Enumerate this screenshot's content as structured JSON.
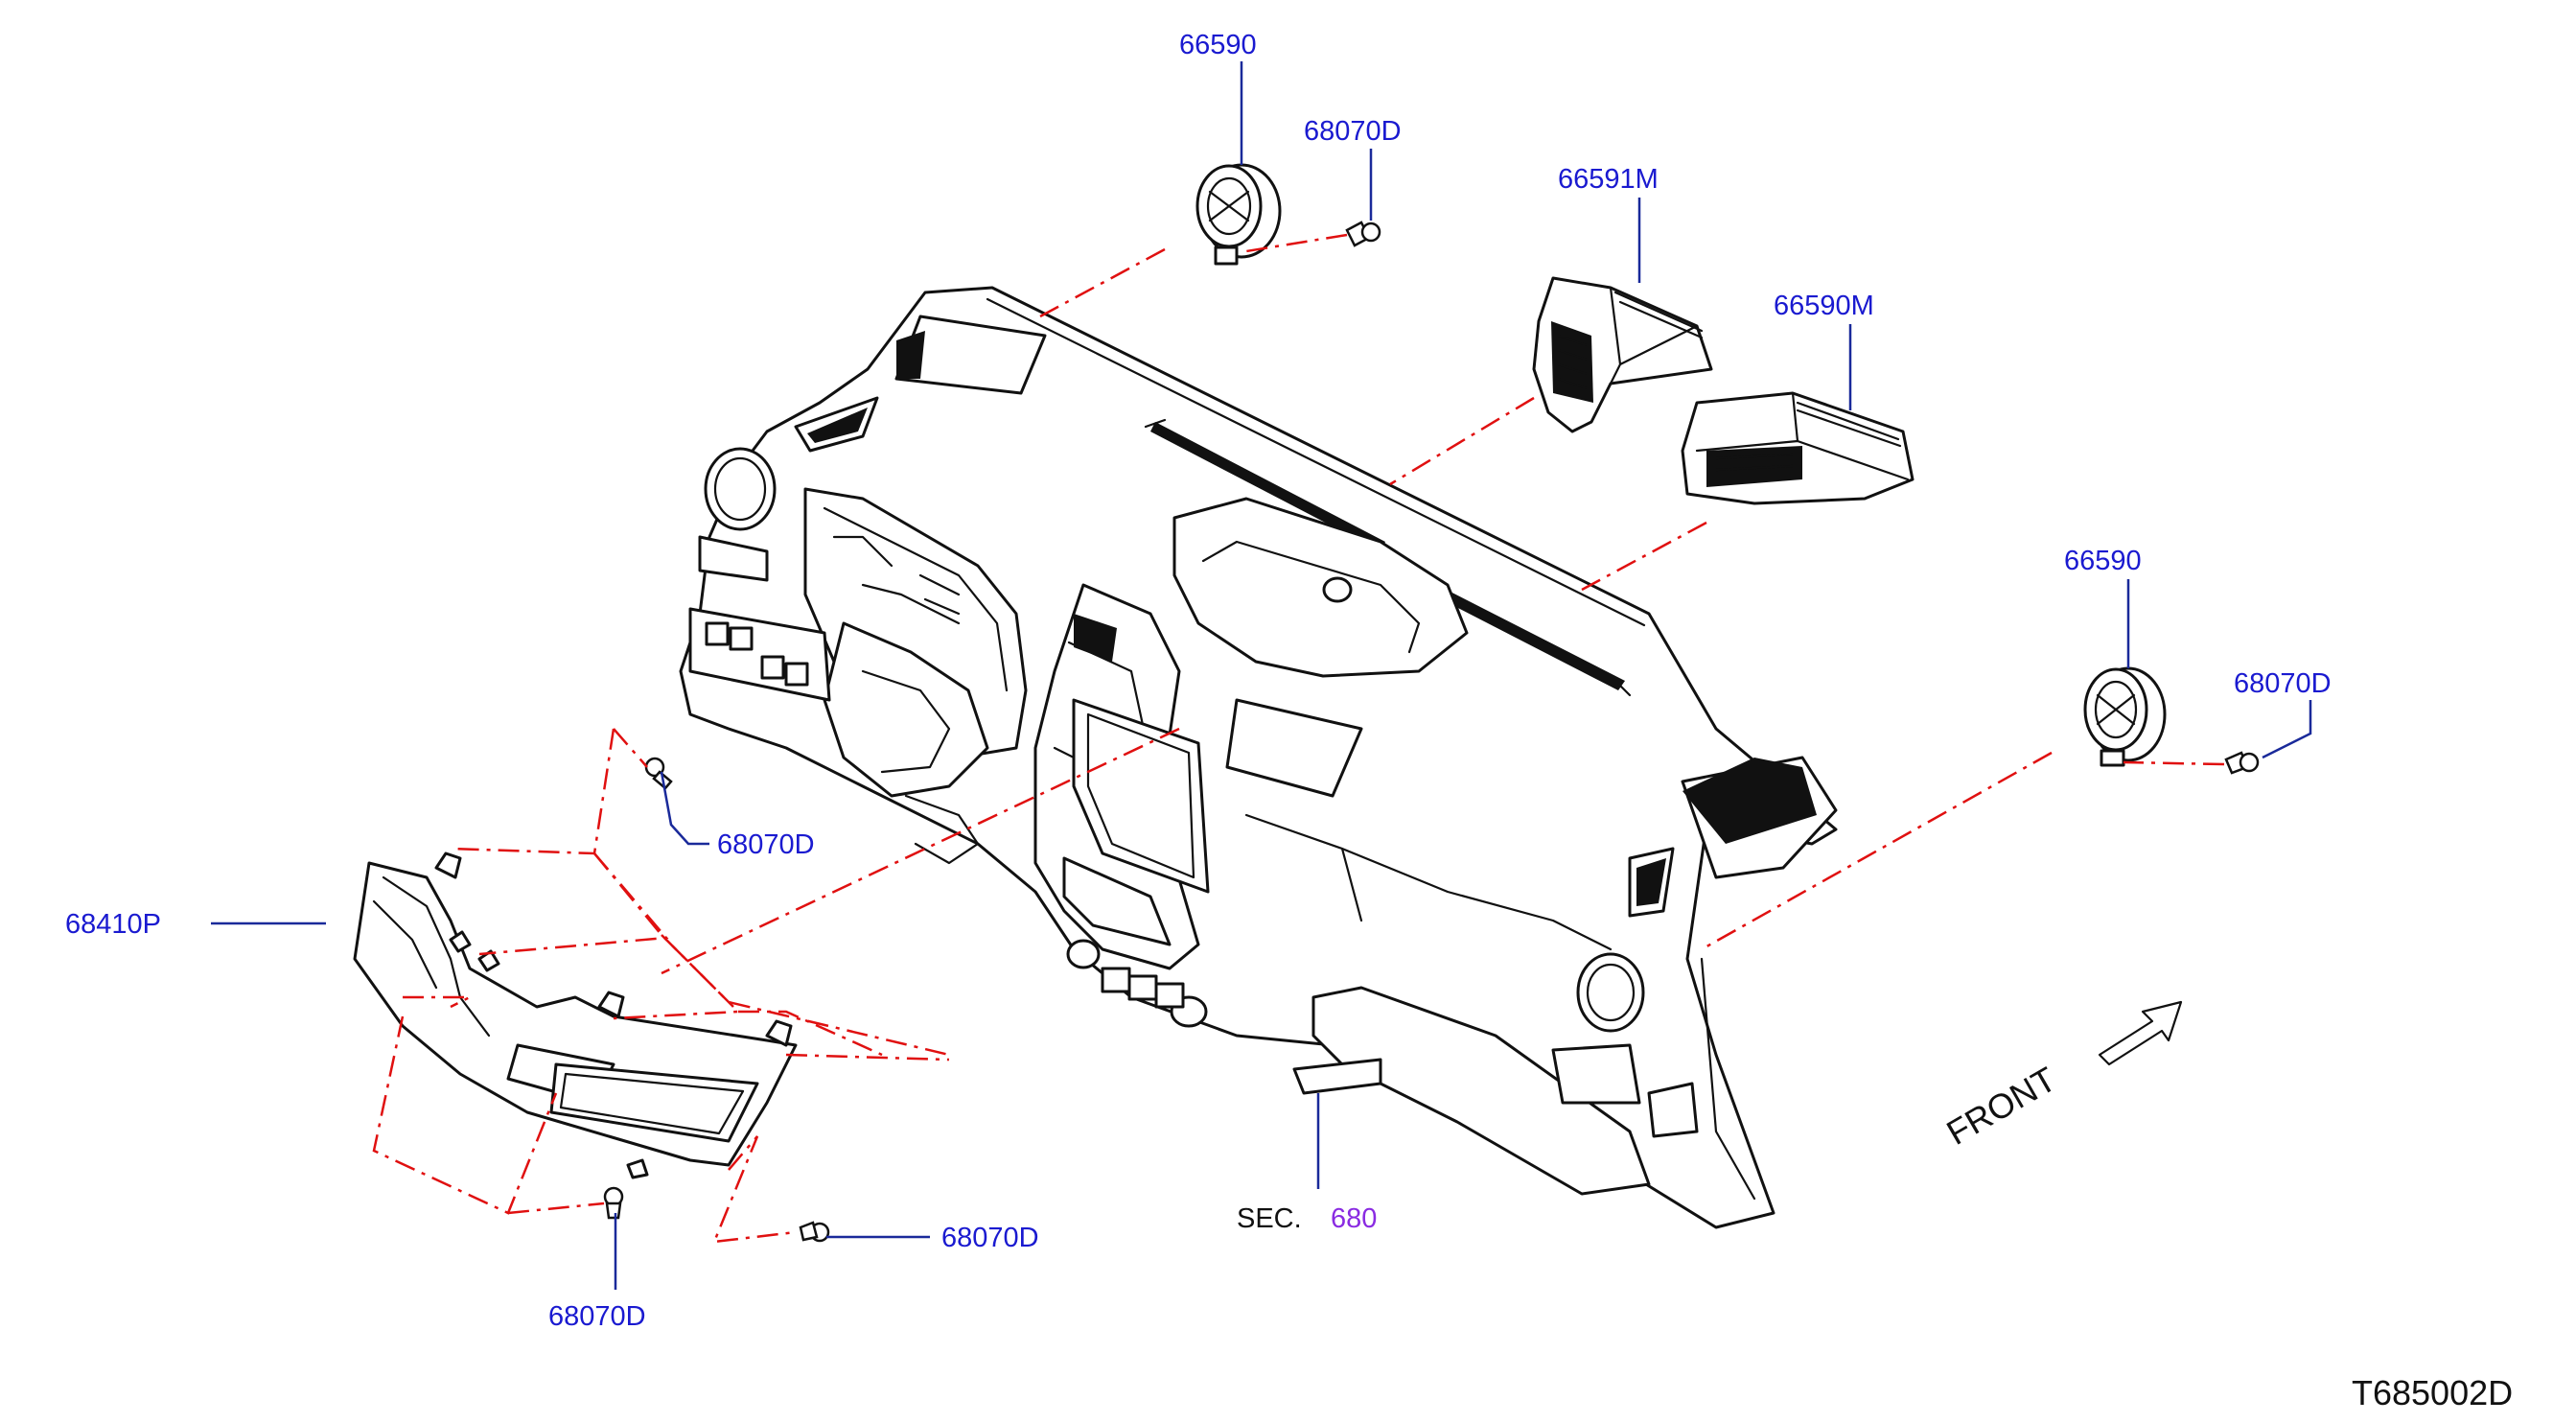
{
  "labels": {
    "vent_top_left": "66590",
    "screw_top_left": "68070D",
    "vent_center": "66591M",
    "vent_center_right": "66590M",
    "vent_right": "66590",
    "screw_right": "68070D",
    "screw_cluster_top": "68070D",
    "finisher": "68410P",
    "screw_cluster_bottom_right": "68070D",
    "screw_cluster_bottom": "68070D",
    "section_prefix": "SEC.",
    "section_number": "680",
    "front": "FRONT",
    "diagram_code": "T685002D"
  },
  "colors": {
    "part_number": "#1a1ad0",
    "section_number": "#8a2be2",
    "phantom_line": "#e01010",
    "leader_line": "#1a2a9a"
  }
}
